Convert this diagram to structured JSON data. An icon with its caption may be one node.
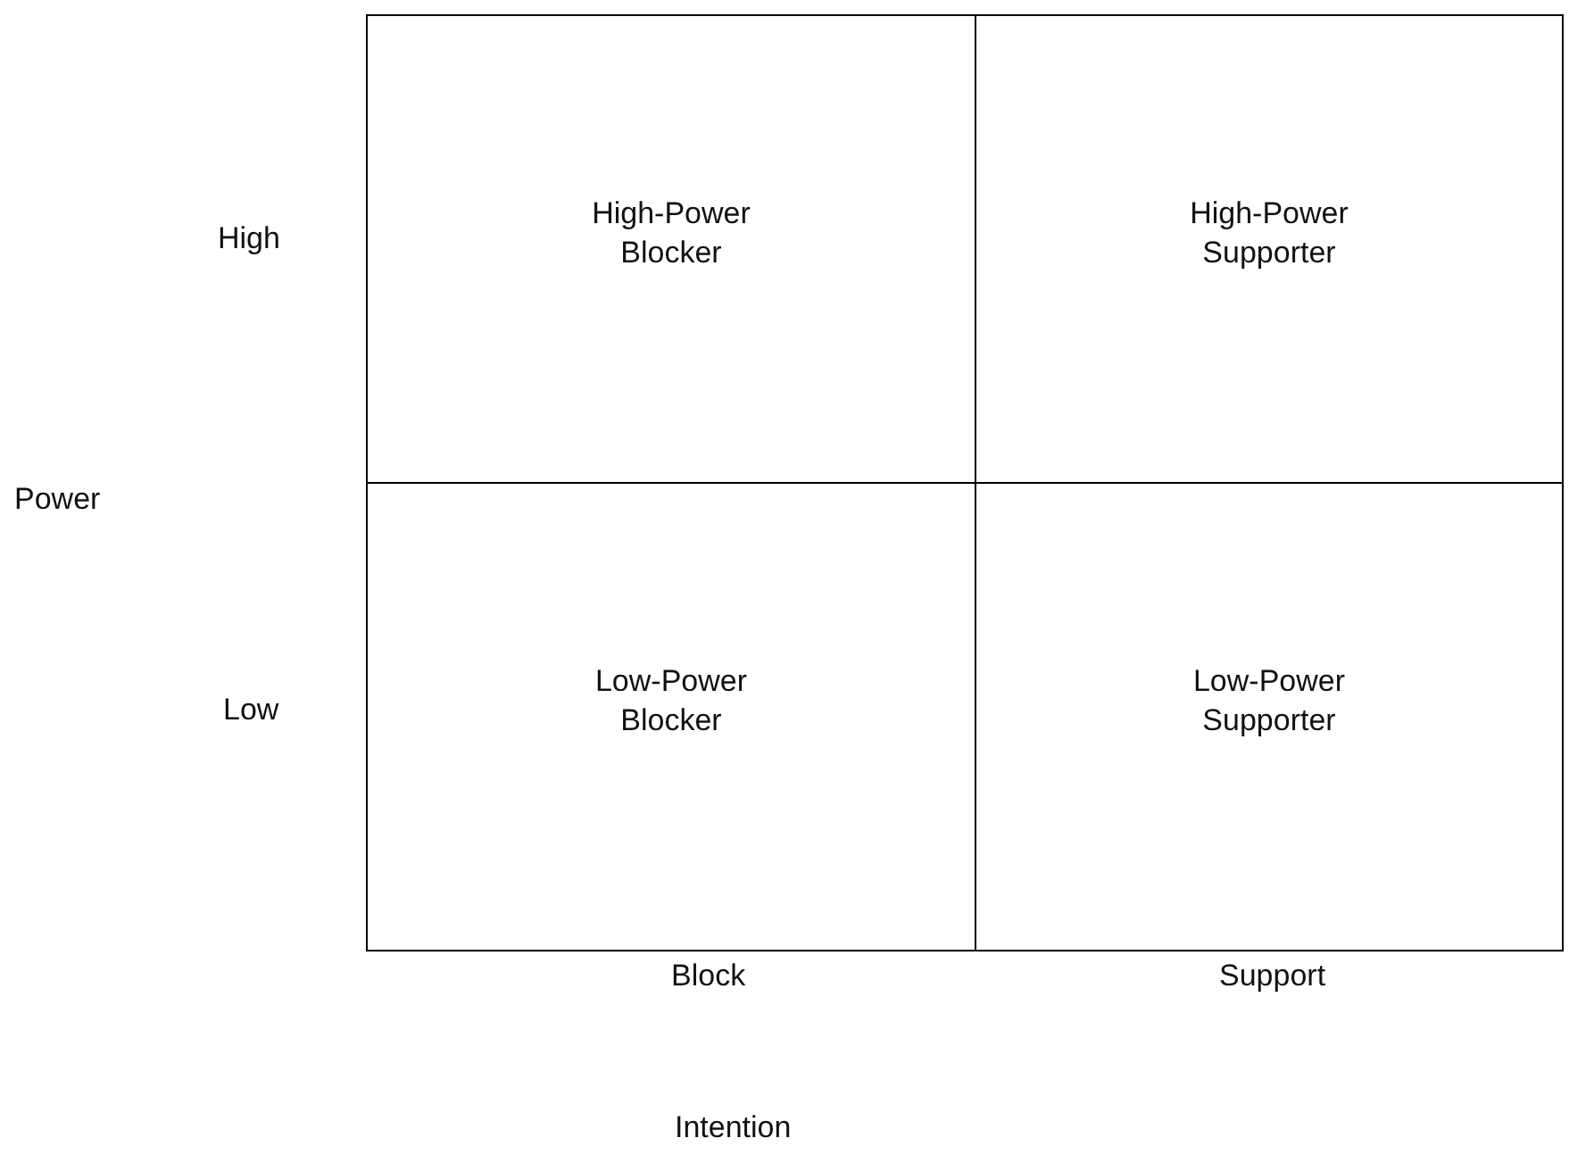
{
  "diagram": {
    "nodes": [
      {
        "text": [
          "High-Power Blocker"
        ]
      },
      {
        "text": [
          "High-Power Supporter"
        ]
      },
      {
        "text": [
          "Low-Power Blocker"
        ]
      },
      {
        "text": [
          "Low-Power Supporter"
        ]
      }
    ],
    "labels": [
      "High",
      "Power",
      "Low",
      "Block",
      "Support",
      "Intention"
    ]
  }
}
